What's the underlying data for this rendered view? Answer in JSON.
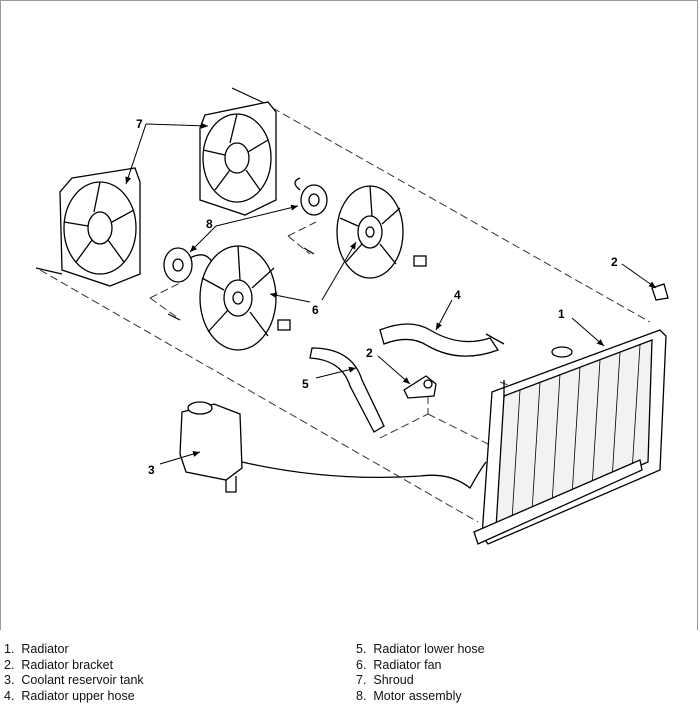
{
  "callouts": {
    "c1": "1",
    "c2a": "2",
    "c2b": "2",
    "c3": "3",
    "c4": "4",
    "c5": "5",
    "c6": "6",
    "c7": "7",
    "c8": "8"
  },
  "legend": {
    "left": [
      {
        "num": "1.",
        "text": "Radiator"
      },
      {
        "num": "2.",
        "text": "Radiator bracket"
      },
      {
        "num": "3.",
        "text": "Coolant reservoir tank"
      },
      {
        "num": "4.",
        "text": "Radiator upper hose"
      }
    ],
    "right": [
      {
        "num": "5.",
        "text": "Radiator lower hose"
      },
      {
        "num": "6.",
        "text": "Radiator fan"
      },
      {
        "num": "7.",
        "text": "Shroud"
      },
      {
        "num": "8.",
        "text": "Motor assembly"
      }
    ]
  }
}
